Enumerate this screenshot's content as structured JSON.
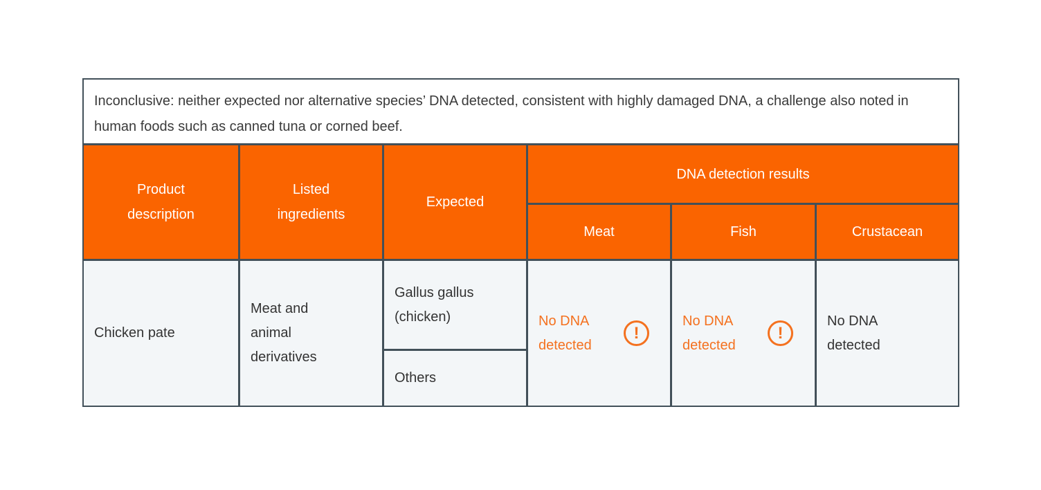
{
  "note": {
    "text": "Inconclusive: neither expected nor alternative species’ DNA detected, consistent with highly damaged DNA, a challenge also noted in human foods such as canned tuna or corned beef."
  },
  "table": {
    "header": {
      "product_description": "Product description",
      "listed_ingredients": "Listed ingredients",
      "expected": "Expected",
      "dna_detection_results": "DNA detection results",
      "subcolumns": {
        "meat": "Meat",
        "fish": "Fish",
        "crustacean": "Crustacean"
      }
    },
    "rows": [
      {
        "product": "Chicken pate",
        "ingredients": "Meat and animal derivatives",
        "expected": {
          "primary": "Gallus gallus (chicken)",
          "secondary": "Others"
        },
        "results": {
          "meat": {
            "text": "No DNA detected",
            "flagged": true
          },
          "fish": {
            "text": "No DNA detected",
            "flagged": true
          },
          "crustacean": {
            "text": "No DNA detected",
            "flagged": false
          }
        }
      }
    ],
    "warning_icon_glyph": "!",
    "colors": {
      "page_bg": "#FFFFFF",
      "border": "#425059",
      "header_bg": "#FA6400",
      "header_text": "#FFFFFF",
      "body_bg": "#F3F6F8",
      "body_text": "#333333",
      "alert": "#F4711F",
      "note_text": "#3A3A3A"
    }
  }
}
